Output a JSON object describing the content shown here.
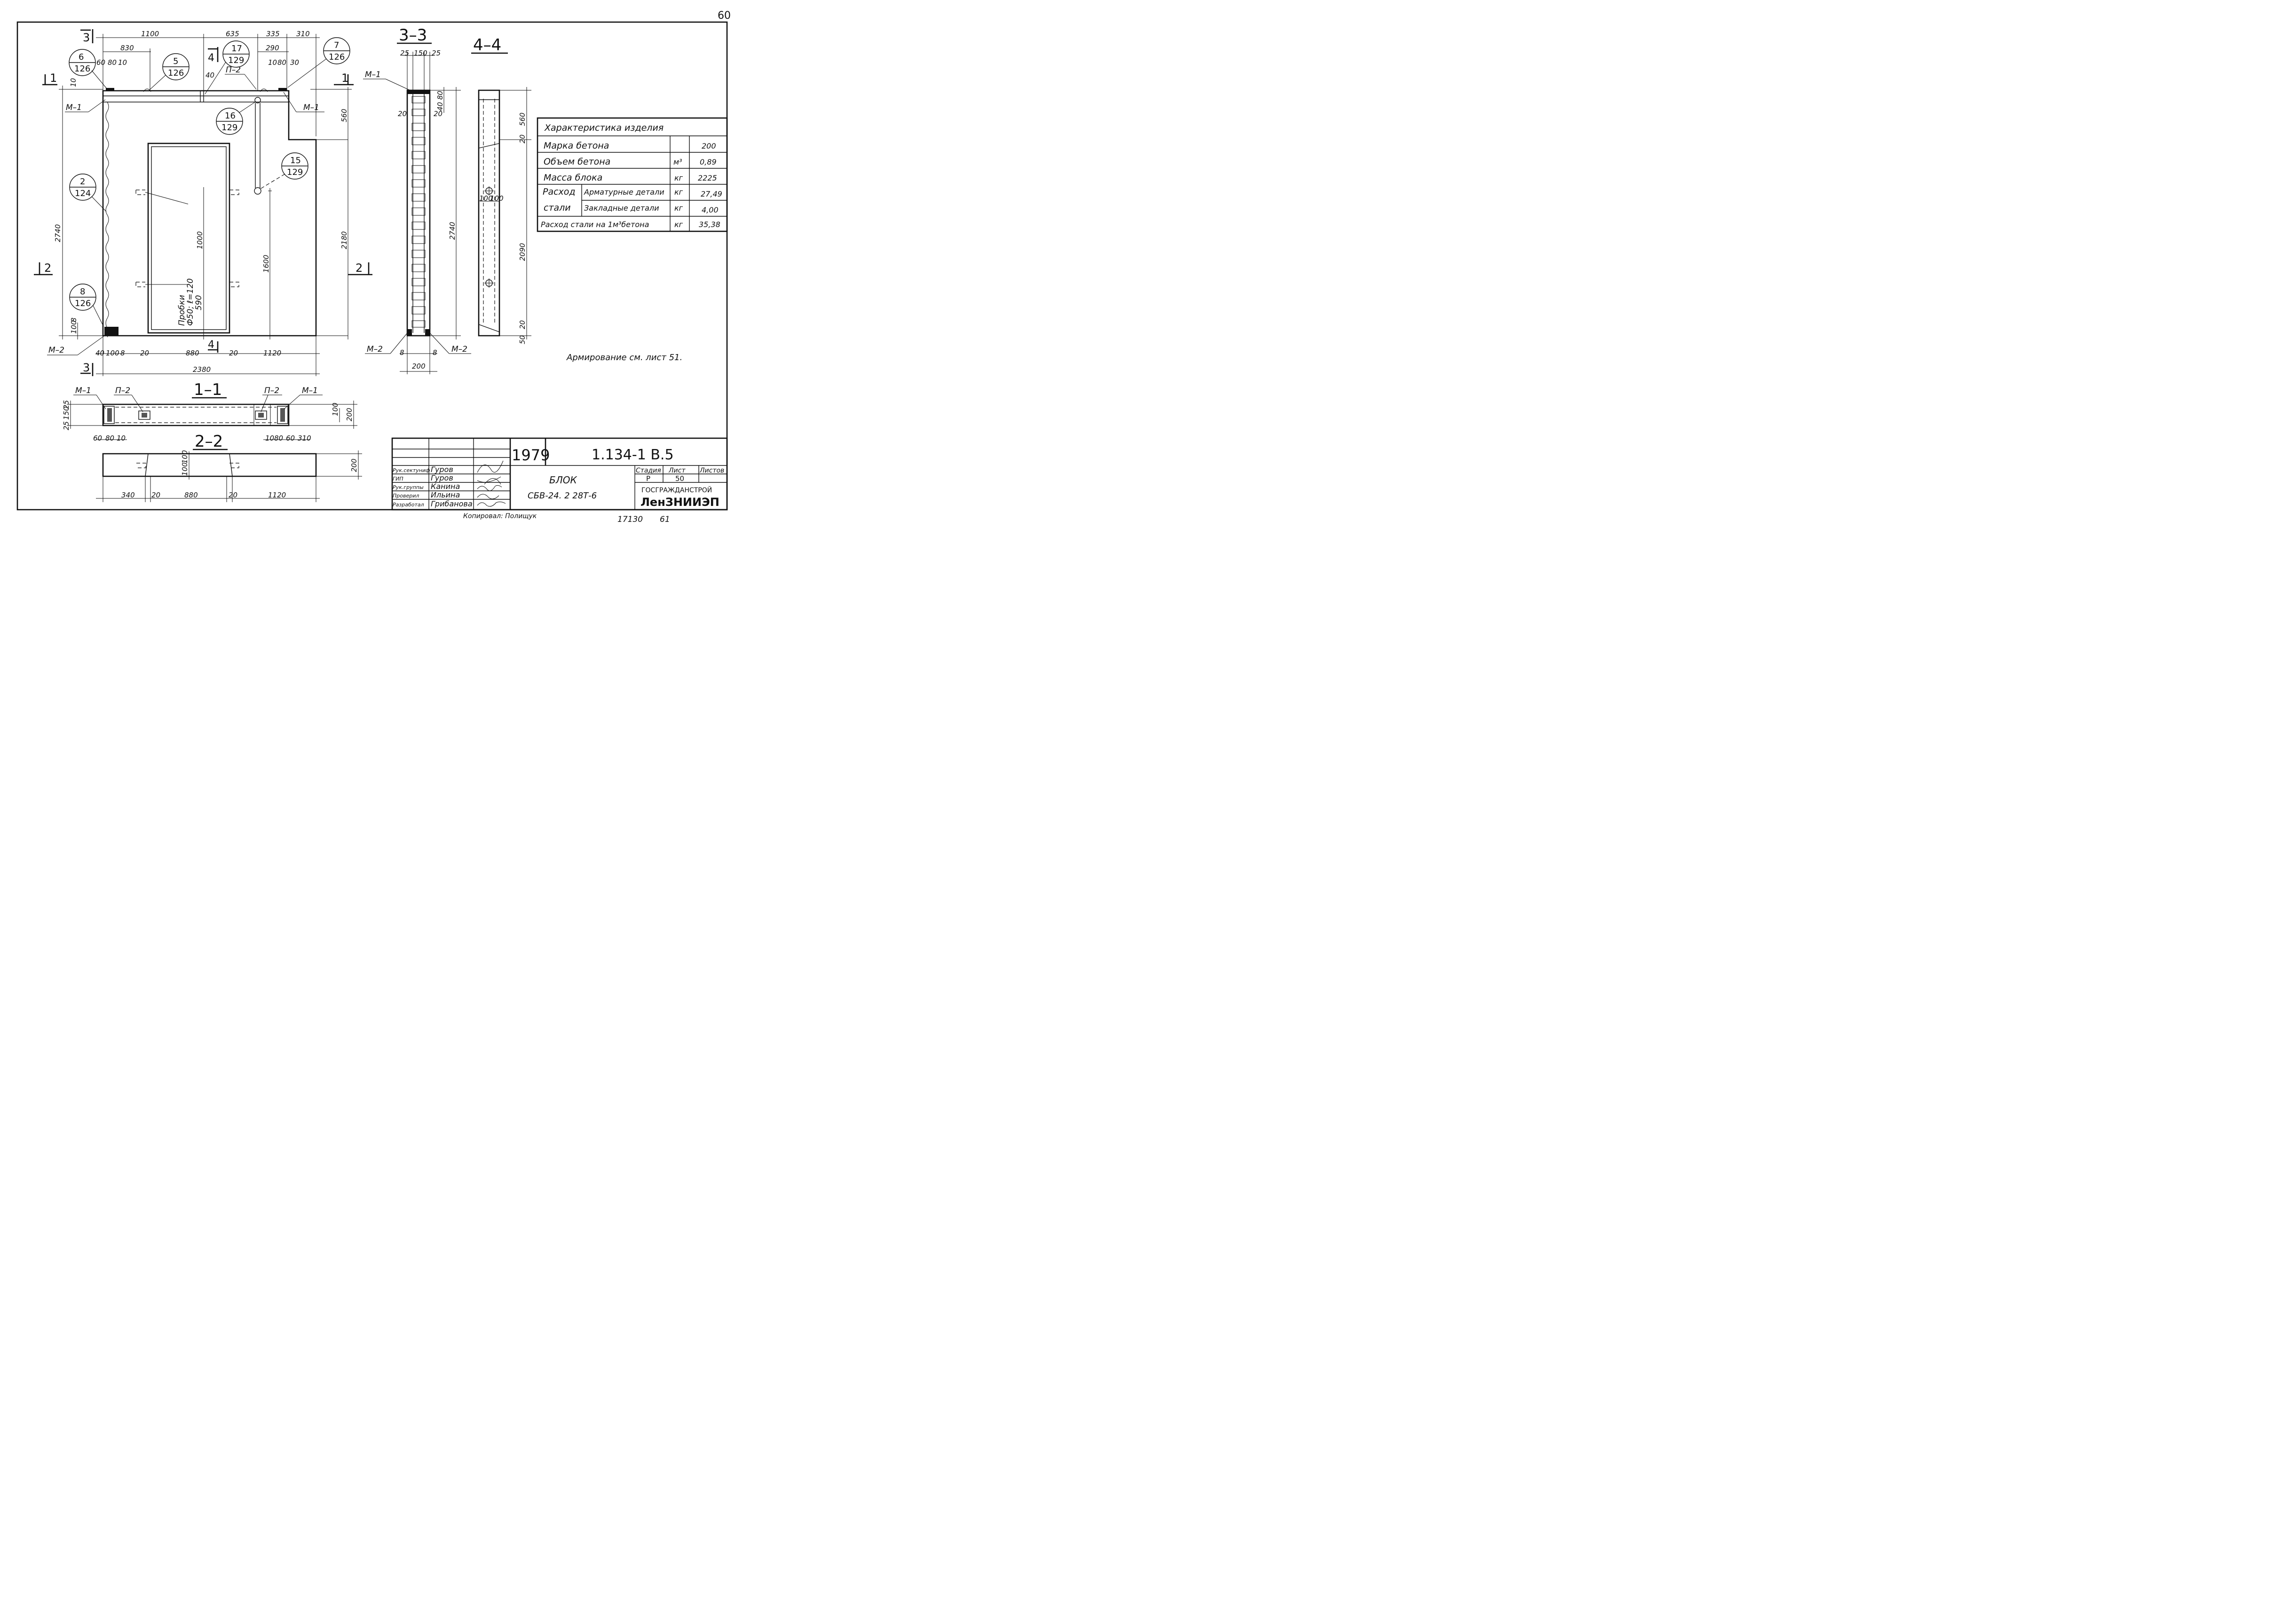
{
  "corner_mark": "60",
  "sections": {
    "s33": "3–3",
    "s44": "4–4",
    "s11": "1–1",
    "s22": "2–2"
  },
  "cut_marks": {
    "c3": "3",
    "c4": "4",
    "c1": "1",
    "c2": "2"
  },
  "callouts": [
    {
      "top": "6",
      "bottom": "126"
    },
    {
      "top": "5",
      "bottom": "126"
    },
    {
      "top": "17",
      "bottom": "129"
    },
    {
      "top": "7",
      "bottom": "126"
    },
    {
      "top": "16",
      "bottom": "129"
    },
    {
      "top": "15",
      "bottom": "129"
    },
    {
      "top": "2",
      "bottom": "124"
    },
    {
      "top": "8",
      "bottom": "126"
    }
  ],
  "labels": {
    "m1": "М–1",
    "m2": "М–2",
    "p2": "П–2",
    "p2b": "П–2",
    "probki_1": "Пробки",
    "probki_2": "Ф50; ℓ=120",
    "probki_3": "590"
  },
  "dims_main": [
    "1100",
    "635",
    "335",
    "310",
    "830",
    "290",
    "60",
    "80",
    "10",
    "10",
    "80",
    "30",
    "40",
    "10",
    "560",
    "2740",
    "2180",
    "1600",
    "1000",
    "100",
    "8",
    "40",
    "100",
    "8",
    "20",
    "880",
    "20",
    "1120",
    "2380"
  ],
  "dims_33": [
    "25",
    "150",
    "25",
    "20",
    "20",
    "40",
    "80",
    "2740",
    "8",
    "8",
    "200"
  ],
  "dims_44": [
    "560",
    "20",
    "100",
    "100",
    "2090",
    "20",
    "50"
  ],
  "dims_11": [
    "25",
    "150",
    "25",
    "60",
    "80",
    "10",
    "10",
    "80",
    "60",
    "310",
    "100",
    "200"
  ],
  "dims_22": [
    "340",
    "20",
    "880",
    "20",
    "1120",
    "100",
    "100",
    "200"
  ],
  "spec_table": {
    "title": "Характеристика изделия",
    "rows": [
      {
        "name": "Марка бетона",
        "unit": "",
        "value": "200"
      },
      {
        "name": "Объем бетона",
        "unit": "м³",
        "value": "0,89"
      },
      {
        "name": "Масса блока",
        "unit": "кг",
        "value": "2225"
      },
      {
        "name": "Расход",
        "sub": "Арматурные детали",
        "unit": "кг",
        "value": "27,49"
      },
      {
        "name": "стали",
        "sub": "Закладные детали",
        "unit": "кг",
        "value": "4,00"
      },
      {
        "name": "Расход стали на 1м³бетона",
        "unit": "кг",
        "value": "35,38"
      }
    ]
  },
  "note": "Армирование см. лист 51.",
  "title_block": {
    "year": "1979",
    "series": "1.134-1  В.5",
    "name_1": "БЛОК",
    "name_2": "СБВ-24. 2 28Т-6",
    "stage_header": "Стадия",
    "sheet_header": "Лист",
    "sheets_header": "Листов",
    "stage": "Р",
    "sheet": "50",
    "sheets": "",
    "org_1": "ГОСГРАЖДАНСТРОЙ",
    "org_2": "ЛенЗНИИЭП",
    "staff": [
      {
        "role": "Рук.сектуниф",
        "name": "Гуров"
      },
      {
        "role": "ГИП",
        "name": "Гуров"
      },
      {
        "role": "Рук.группы",
        "name": "Канина"
      },
      {
        "role": "Проверил",
        "name": "Ильина"
      },
      {
        "role": "Разработал",
        "name": "Грибанова"
      }
    ]
  },
  "copied_by": "Копировал: Полищук",
  "archive_no": "17130",
  "archive_sheet": "61"
}
